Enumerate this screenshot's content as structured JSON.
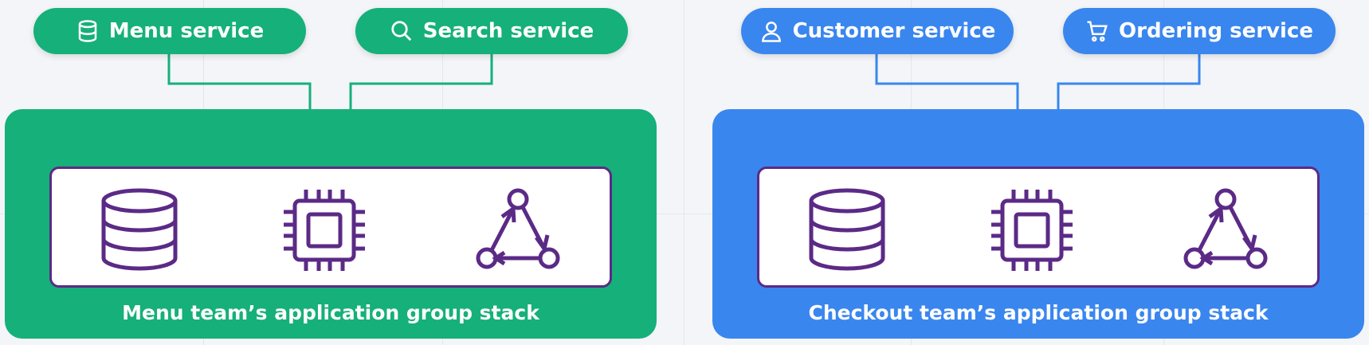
{
  "services": [
    {
      "label": "Menu service",
      "icon": "database-icon",
      "color": "#16b07a"
    },
    {
      "label": "Search service",
      "icon": "search-icon",
      "color": "#16b07a"
    },
    {
      "label": "Customer service",
      "icon": "user-icon",
      "color": "#3a86ef"
    },
    {
      "label": "Ordering service",
      "icon": "cart-icon",
      "color": "#3a86ef"
    }
  ],
  "stacks": [
    {
      "label": "Menu team’s application group stack",
      "color": "#16b07a",
      "components": [
        "database-icon",
        "processor-chip-icon",
        "cycle-graph-icon"
      ]
    },
    {
      "label": "Checkout team’s application group stack",
      "color": "#3a86ef",
      "components": [
        "database-icon",
        "processor-chip-icon",
        "cycle-graph-icon"
      ]
    }
  ],
  "colors": {
    "component_stroke": "#5b2a86",
    "background": "#f3f5f8"
  }
}
